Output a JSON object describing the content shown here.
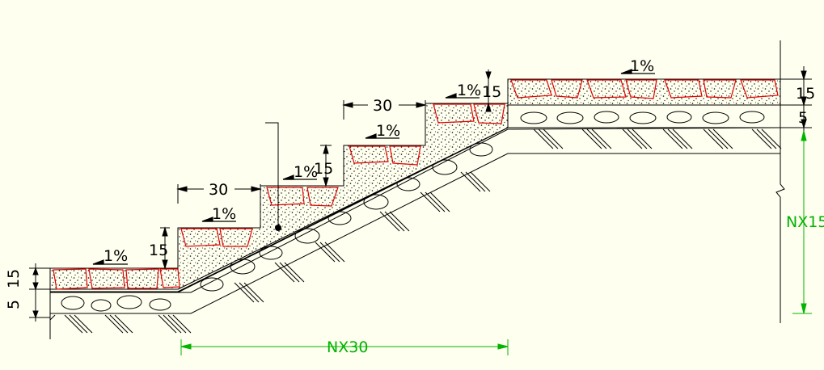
{
  "labels": {
    "slope": "1%",
    "tread": "30",
    "riser": "15",
    "base_left_top": "15",
    "base_left_bottom": "5",
    "right_top": "15",
    "right_bottom": "5",
    "span": "NX30",
    "height": "NX15"
  },
  "colors": {
    "background": "#fffff0",
    "lines": "#000000",
    "stones": "#e00000",
    "dimension_green": "#00b400"
  }
}
